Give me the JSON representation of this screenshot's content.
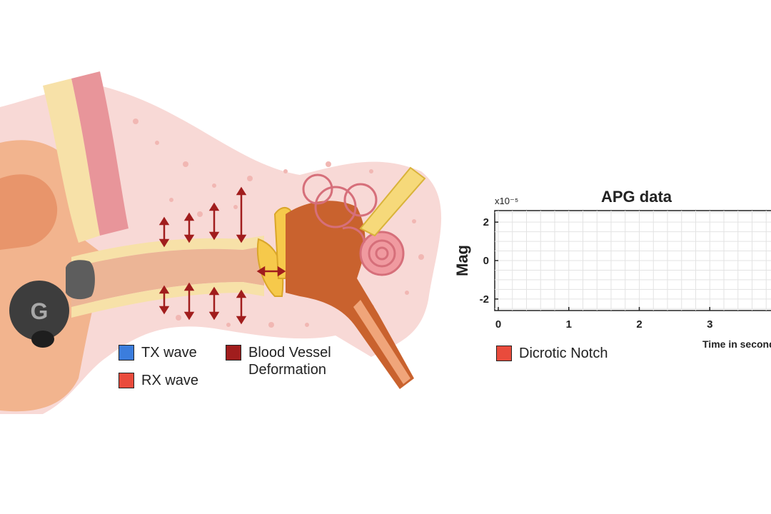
{
  "ear_diagram": {
    "earbud_logo": "G",
    "legend": [
      {
        "label": "TX wave",
        "color": "#3b7ddd"
      },
      {
        "label": "RX wave",
        "color": "#e94b3c"
      },
      {
        "label": "Blood Vessel\nDeformation",
        "color": "#a11d1d"
      }
    ]
  },
  "chart_data": {
    "type": "line",
    "title": "APG data",
    "xlabel": "Time in seconds",
    "ylabel": "Mag",
    "y_exponent": "x10⁻⁵",
    "xlim": [
      0,
      4
    ],
    "ylim": [
      -2.6,
      2.6
    ],
    "x_ticks": [
      "0",
      "1",
      "2",
      "3"
    ],
    "y_ticks": [
      "2",
      "0",
      "-2"
    ],
    "series": [],
    "grid": true,
    "legend": [
      {
        "label": "Dicrotic Notch",
        "color": "#e94b3c"
      }
    ]
  }
}
